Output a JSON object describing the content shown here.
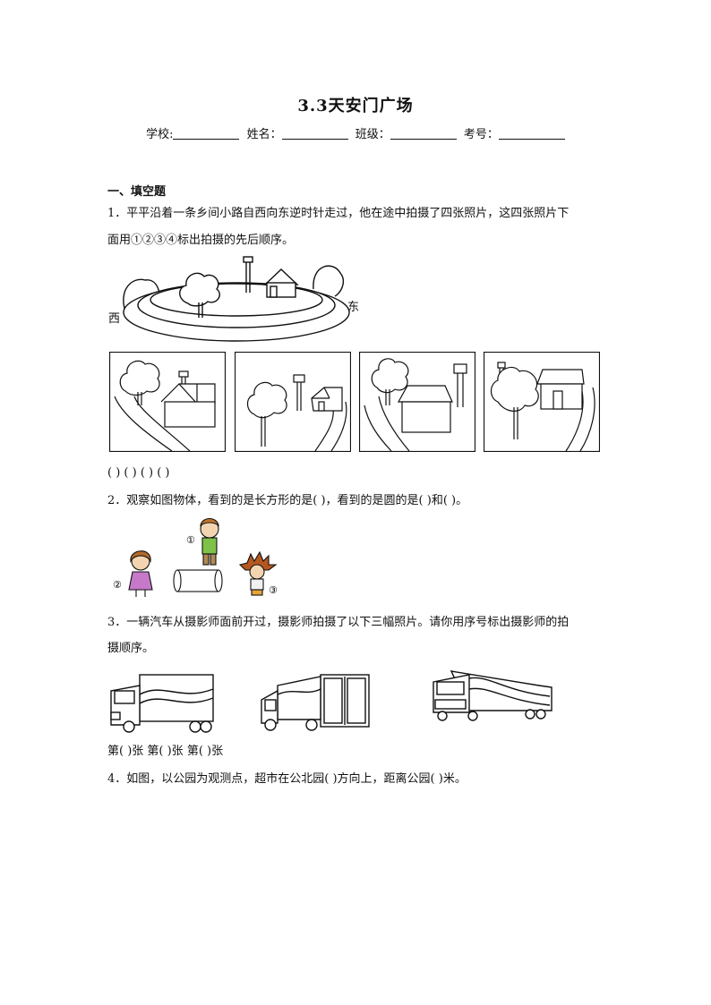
{
  "title": "3.3天安门广场",
  "info": {
    "school": "学校:",
    "name": "姓名：",
    "class": "班级：",
    "exam_no": "考号："
  },
  "section1": "一、填空题",
  "q1": {
    "line1": "1．平平沿着一条乡间小路自西向东逆时针走过，他在途中拍摄了四张照片，这四张照片下",
    "line2": "面用①②③④标出拍摄的先后顺序。",
    "west": "西",
    "east": "东",
    "answers": "(            ) (            ) (            ) (            )"
  },
  "q2": {
    "text": "2．观察如图物体，看到的是长方形的是(         )，看到的是圆的是(          )和(          )。",
    "marks": [
      "①",
      "②",
      "③"
    ]
  },
  "q3": {
    "line1": "3．一辆汽车从摄影师面前开过，摄影师拍摄了以下三幅照片。请你用序号标出摄影师的拍",
    "line2": "摄顺序。",
    "captions": "第(              )张  第(              )张  第(              )张"
  },
  "q4": {
    "text": "4．如图，以公园为观测点，超市在公北园(            )方向上，距离公园(            )米。"
  }
}
